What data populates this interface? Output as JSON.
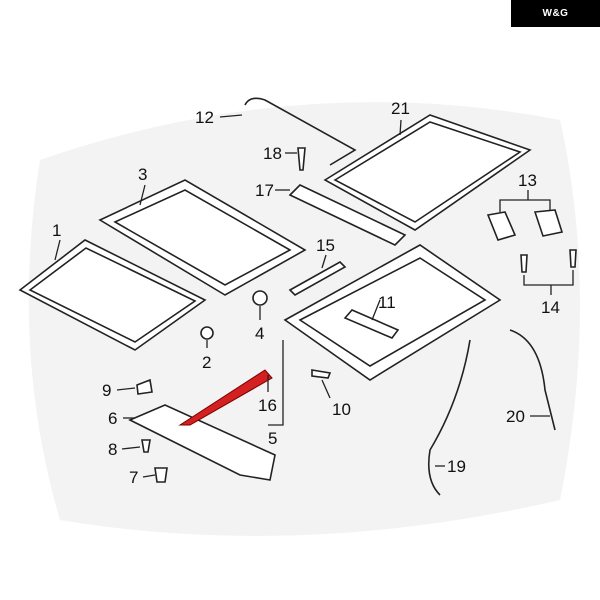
{
  "brand": {
    "logo_text": "W&G",
    "bg_color": "#000000"
  },
  "diagram": {
    "title": "Sunroof assembly parts diagram",
    "highlight_color": "#d42020",
    "callouts": [
      "1",
      "2",
      "3",
      "4",
      "5",
      "6",
      "7",
      "8",
      "9",
      "10",
      "11",
      "12",
      "13",
      "14",
      "15",
      "16",
      "17",
      "18",
      "19",
      "20",
      "21"
    ]
  }
}
